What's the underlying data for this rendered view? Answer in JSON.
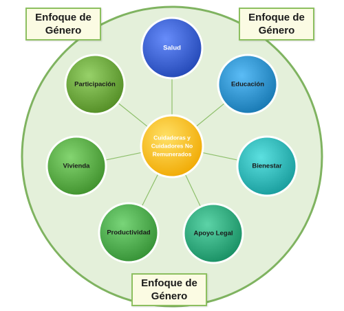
{
  "center": {
    "label": [
      "Cuidadoras y",
      "Cuidadores No",
      "Remunerados"
    ],
    "color": "#ffc000"
  },
  "nodes": [
    {
      "id": "salud",
      "label": "Salud",
      "color": "#3a5fcd"
    },
    {
      "id": "educacion",
      "label": "Educación",
      "color": "#2e8fc9"
    },
    {
      "id": "bienestar",
      "label": "Bienestar",
      "color": "#2fb3b3"
    },
    {
      "id": "apoyo-legal",
      "label": "Apoyo Legal",
      "color": "#2fa67a"
    },
    {
      "id": "productividad",
      "label": "Productividad",
      "color": "#4ca84c"
    },
    {
      "id": "vivienda",
      "label": "Vivienda",
      "color": "#57a844"
    },
    {
      "id": "participacion",
      "label": "Participación",
      "color": "#6aa43c"
    }
  ],
  "tags": {
    "top_left": "Enfoque de\nGénero",
    "top_right": "Enfoque de\nGénero",
    "bottom": "Enfoque de\nGénero"
  },
  "colors": {
    "outer_fill": "#e4f0da",
    "outer_stroke": "#7fb360",
    "connector": "#8dbf6a",
    "tag_border": "#8cbf5f",
    "tag_fill": "#fbfbe3"
  }
}
